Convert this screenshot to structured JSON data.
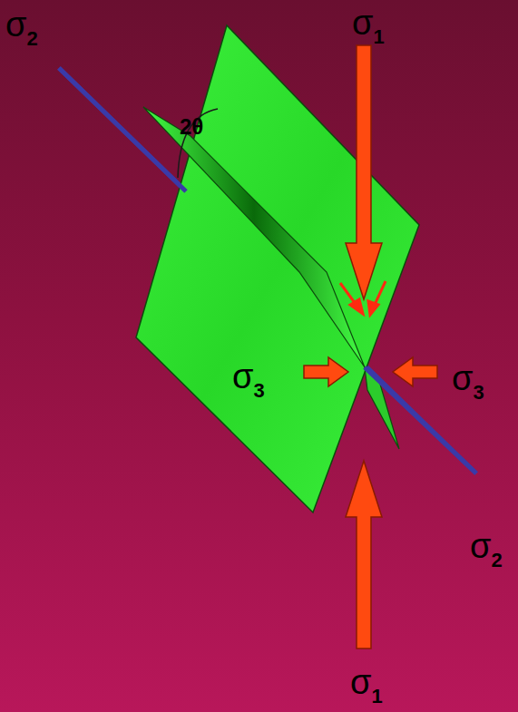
{
  "diagram": {
    "labels": [
      "σ2",
      "σ1",
      "2θ",
      "σ3",
      "σ3",
      "σ2",
      "σ1"
    ]
  }
}
